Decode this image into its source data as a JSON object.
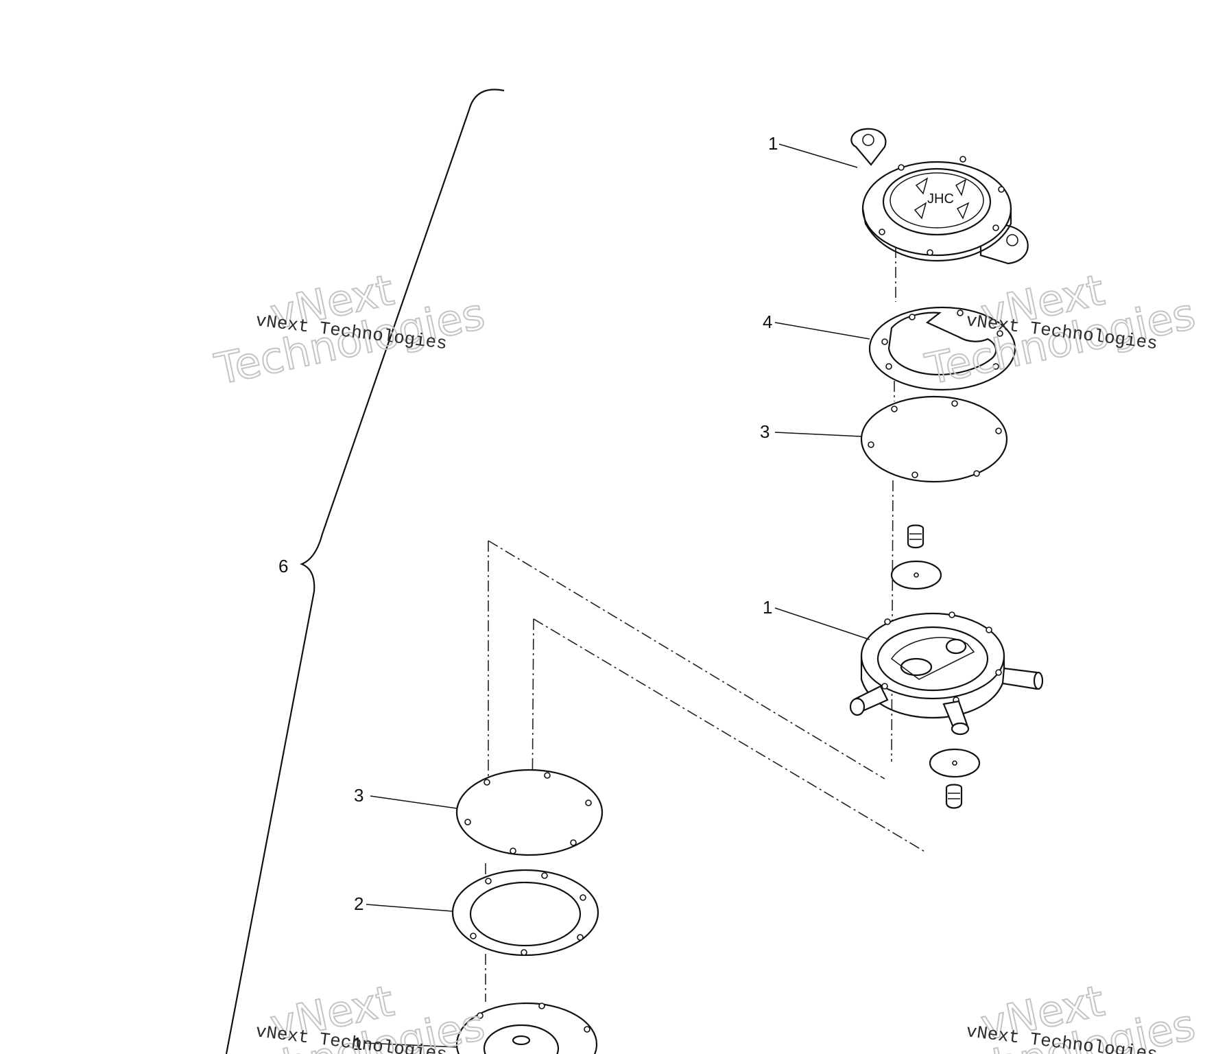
{
  "callouts": {
    "top_housing": "1",
    "top_gasket": "4",
    "top_diaphragm": "3",
    "assembly_bracket": "6",
    "middle_body": "1",
    "bottom_diaphragm": "3",
    "bottom_gasket": "2",
    "bottom_body": "1"
  },
  "watermarks": {
    "small_text": "vNext Technologies",
    "big_line1": "vNext",
    "big_line2": "Technologies"
  }
}
